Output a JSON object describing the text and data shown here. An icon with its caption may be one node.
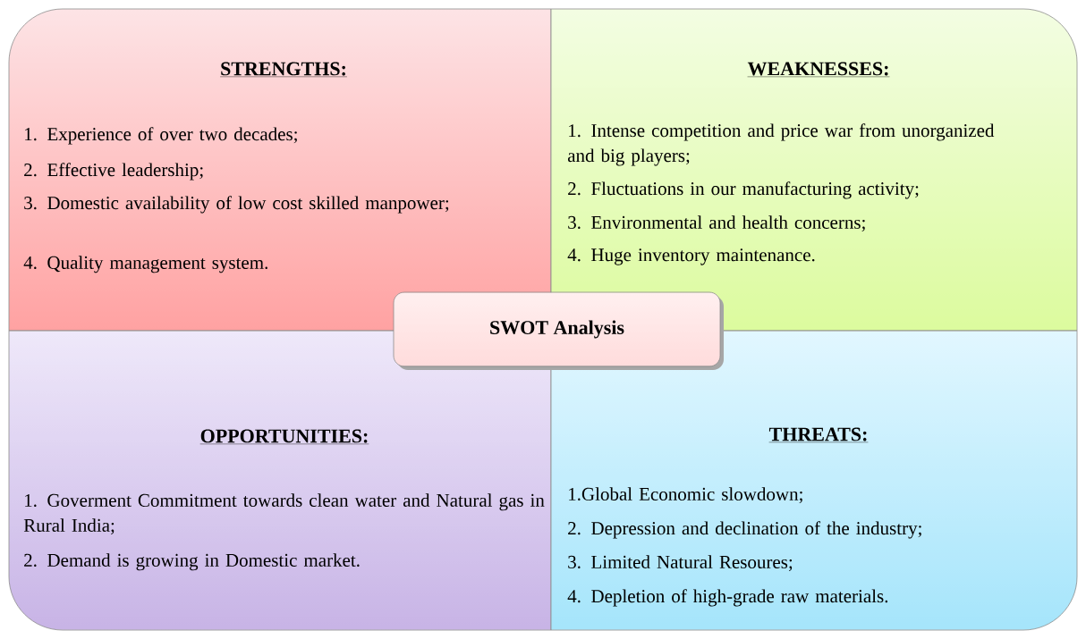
{
  "diagram": {
    "nodes": [
      {
        "text": [
          "STRENGTHS:",
          "1. Experience of over two decades;",
          "2. Effective leadership;",
          "3. Domestic availability of low cost skilled manpower;",
          "4. Quality management system."
        ]
      },
      {
        "text": [
          "WEAKNESSES:",
          "1. Intense competition and price war from unorganized and big players;",
          "2. Fluctuations in our manufacturing activity;",
          "3. Environmental and health concerns;",
          "4. Huge inventory maintenance."
        ]
      },
      {
        "text": [
          "OPPORTUNITIES:",
          "1. Goverment Commitment towards clean water and Natural gas in Rural India;",
          "2. Demand is growing in Domestic market."
        ]
      },
      {
        "text": [
          "THREATS:",
          "1.Global Economic slowdown;",
          "2. Depression and declination of the industry;",
          "3. Limited Natural Resoures;",
          "4. Depletion of high-grade raw materials."
        ]
      },
      {
        "text": [
          "SWOT Analysis"
        ]
      }
    ]
  }
}
